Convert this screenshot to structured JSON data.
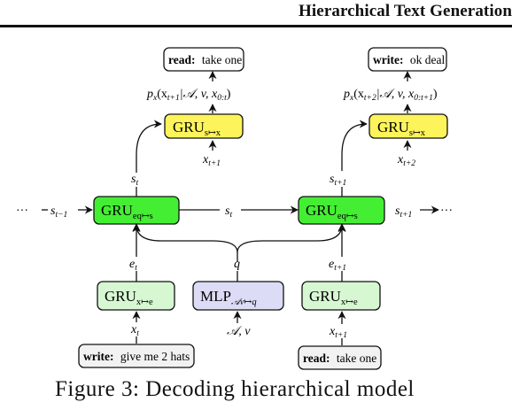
{
  "header": {
    "title": "Hierarchical Text Generation"
  },
  "caption": "Figure 3: Decoding hierarchical model",
  "diagram": {
    "inputs": {
      "left": {
        "tag": "write:",
        "text": "give me 2 hats"
      },
      "right": {
        "tag": "read:",
        "text": "take one"
      }
    },
    "outputs": {
      "left": {
        "tag": "read:",
        "text": "take one"
      },
      "right": {
        "tag": "write:",
        "text": "ok deal"
      }
    },
    "modules": {
      "gru_eq_s_label": "GRU",
      "gru_eq_s_sub": "eq↦s",
      "gru_s_x_label": "GRU",
      "gru_s_x_sub": "s↦x",
      "gru_x_e_label": "GRU",
      "gru_x_e_sub": "x↦e",
      "mlp_label": "MLP",
      "mlp_sub": "𝒜v↦q"
    },
    "symbols": {
      "dots": "···",
      "s_t_minus_1": "s",
      "s_t_minus_1_sub": "t−1",
      "s_t": "s",
      "s_t_sub": "t",
      "s_t_plus_1": "s",
      "s_t_plus_1_sub": "t+1",
      "e_t": "e",
      "e_t_sub": "t",
      "e_t_plus_1": "e",
      "e_t_plus_1_sub": "t+1",
      "x_t": "x",
      "x_t_sub": "t",
      "x_t_plus_1": "x",
      "x_t_plus_1_sub": "t+1",
      "x_t_plus_2": "x",
      "x_t_plus_2_sub": "t+2",
      "q": "q",
      "av": "𝒜, v",
      "prob_left": "p",
      "prob_left_sub": "x",
      "prob_left_args": "(x",
      "prob_left_args_sub": "t+1",
      "prob_left_rest": "|𝒜, v, x",
      "prob_left_rest_sub": "0:t",
      "prob_left_close": ")",
      "prob_right": "p",
      "prob_right_sub": "x",
      "prob_right_args": "(x",
      "prob_right_args_sub": "t+2",
      "prob_right_rest": "|𝒜, v, x",
      "prob_right_rest_sub": "0:t+1",
      "prob_right_close": ")"
    },
    "colors": {
      "green_strong": "#44ee33",
      "green_light": "#d6f7d2",
      "yellow": "#fdf35a",
      "lavender": "#dcdcf6",
      "input_box": "#f2f2f2"
    }
  }
}
